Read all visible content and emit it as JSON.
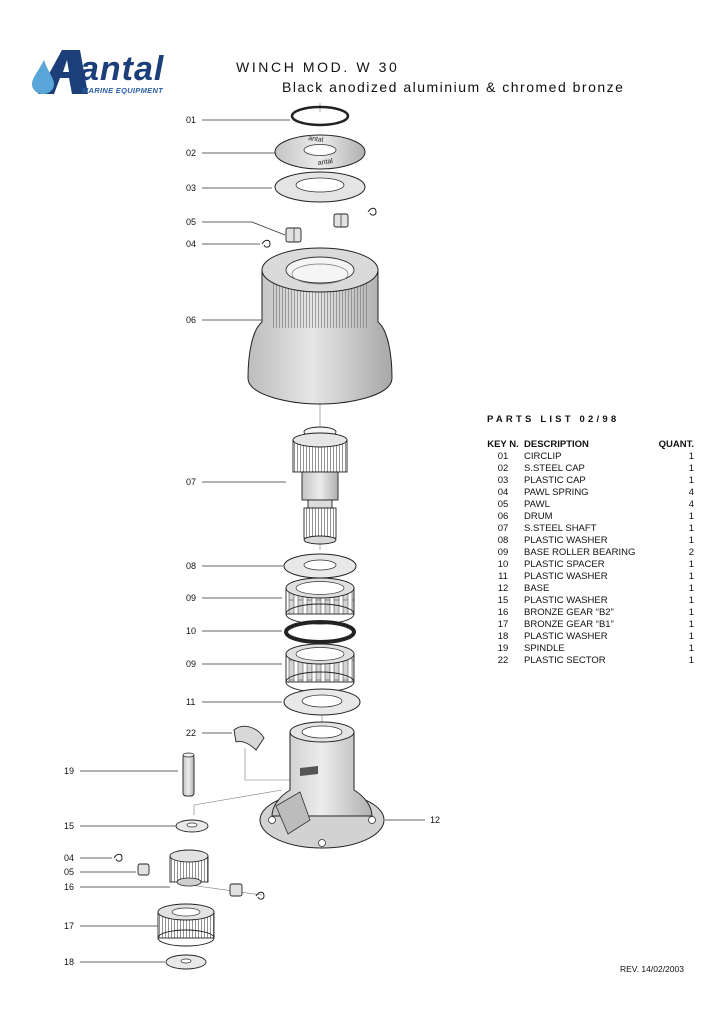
{
  "header": {
    "brand": "antal",
    "brand_sub": "MARINE EQUIPMENT",
    "title": "WINCH MOD. W 30",
    "subtitle": "Black anodized aluminium & chromed bronze"
  },
  "parts_list": {
    "heading": "PARTS LIST  02/98",
    "columns": {
      "key": "KEY N.",
      "description": "DESCRIPTION",
      "quantity": "QUANT."
    },
    "rows": [
      {
        "key": "01",
        "description": "CIRCLIP",
        "quantity": "1"
      },
      {
        "key": "02",
        "description": "S.STEEL CAP",
        "quantity": "1"
      },
      {
        "key": "03",
        "description": "PLASTIC CAP",
        "quantity": "1"
      },
      {
        "key": "04",
        "description": "PAWL SPRING",
        "quantity": "4"
      },
      {
        "key": "05",
        "description": "PAWL",
        "quantity": "4"
      },
      {
        "key": "06",
        "description": "DRUM",
        "quantity": "1"
      },
      {
        "key": "07",
        "description": "S.STEEL SHAFT",
        "quantity": "1"
      },
      {
        "key": "08",
        "description": "PLASTIC WASHER",
        "quantity": "1"
      },
      {
        "key": "09",
        "description": "BASE ROLLER BEARING",
        "quantity": "2"
      },
      {
        "key": "10",
        "description": "PLASTIC SPACER",
        "quantity": "1"
      },
      {
        "key": "11",
        "description": "PLASTIC WASHER",
        "quantity": "1"
      },
      {
        "key": "12",
        "description": "BASE",
        "quantity": "1"
      },
      {
        "key": "15",
        "description": "PLASTIC WASHER",
        "quantity": "1"
      },
      {
        "key": "16",
        "description": "BRONZE GEAR “B2”",
        "quantity": "1"
      },
      {
        "key": "17",
        "description": "BRONZE GEAR “B1”",
        "quantity": "1"
      },
      {
        "key": "18",
        "description": "PLASTIC WASHER",
        "quantity": "1"
      },
      {
        "key": "19",
        "description": "SPINDLE",
        "quantity": "1"
      },
      {
        "key": "22",
        "description": "PLASTIC SECTOR",
        "quantity": "1"
      }
    ]
  },
  "diagram": {
    "callouts": {
      "c01": "01",
      "c02": "02",
      "c03": "03",
      "c05a": "05",
      "c04a": "04",
      "c06": "06",
      "c07": "07",
      "c08": "08",
      "c09a": "09",
      "c10": "10",
      "c09b": "09",
      "c11": "11",
      "c22": "22",
      "c19": "19",
      "c15": "15",
      "c12": "12",
      "c04b": "04",
      "c05b": "05",
      "c16": "16",
      "c17": "17",
      "c18": "18"
    }
  },
  "footer": {
    "revision": "REV. 14/02/2003"
  }
}
